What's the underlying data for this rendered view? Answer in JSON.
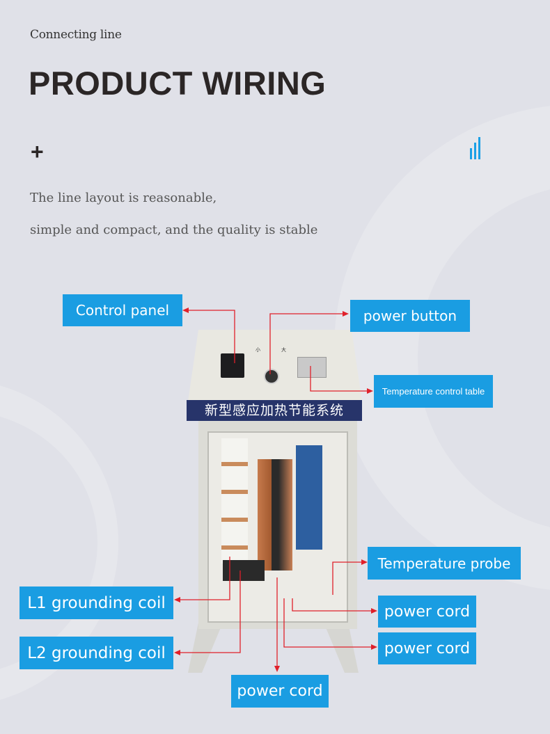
{
  "header": {
    "kicker": "Connecting line",
    "title": "PRODUCT WIRING",
    "plus": "+"
  },
  "description": {
    "line1": "The line layout is reasonable,",
    "line2": "simple and compact, and the quality is stable"
  },
  "cabinet": {
    "banner": "新型感应加热节能系统",
    "knob_left": "小",
    "knob_right": "大"
  },
  "labels": {
    "control_panel": "Control panel",
    "power_button": "power button",
    "temperature_control_table": "Temperature control table",
    "temperature_probe": "Temperature probe",
    "power_cord_1": "power cord",
    "power_cord_2": "power cord",
    "power_cord_3": "power cord",
    "l1_grounding_coil": "L1 grounding coil",
    "l2_grounding_coil": "L2 grounding coil"
  },
  "colors": {
    "background": "#e0e1e8",
    "label_bg": "#1a9de2",
    "arrow": "#e0202a",
    "accent": "#1aa0e6"
  }
}
